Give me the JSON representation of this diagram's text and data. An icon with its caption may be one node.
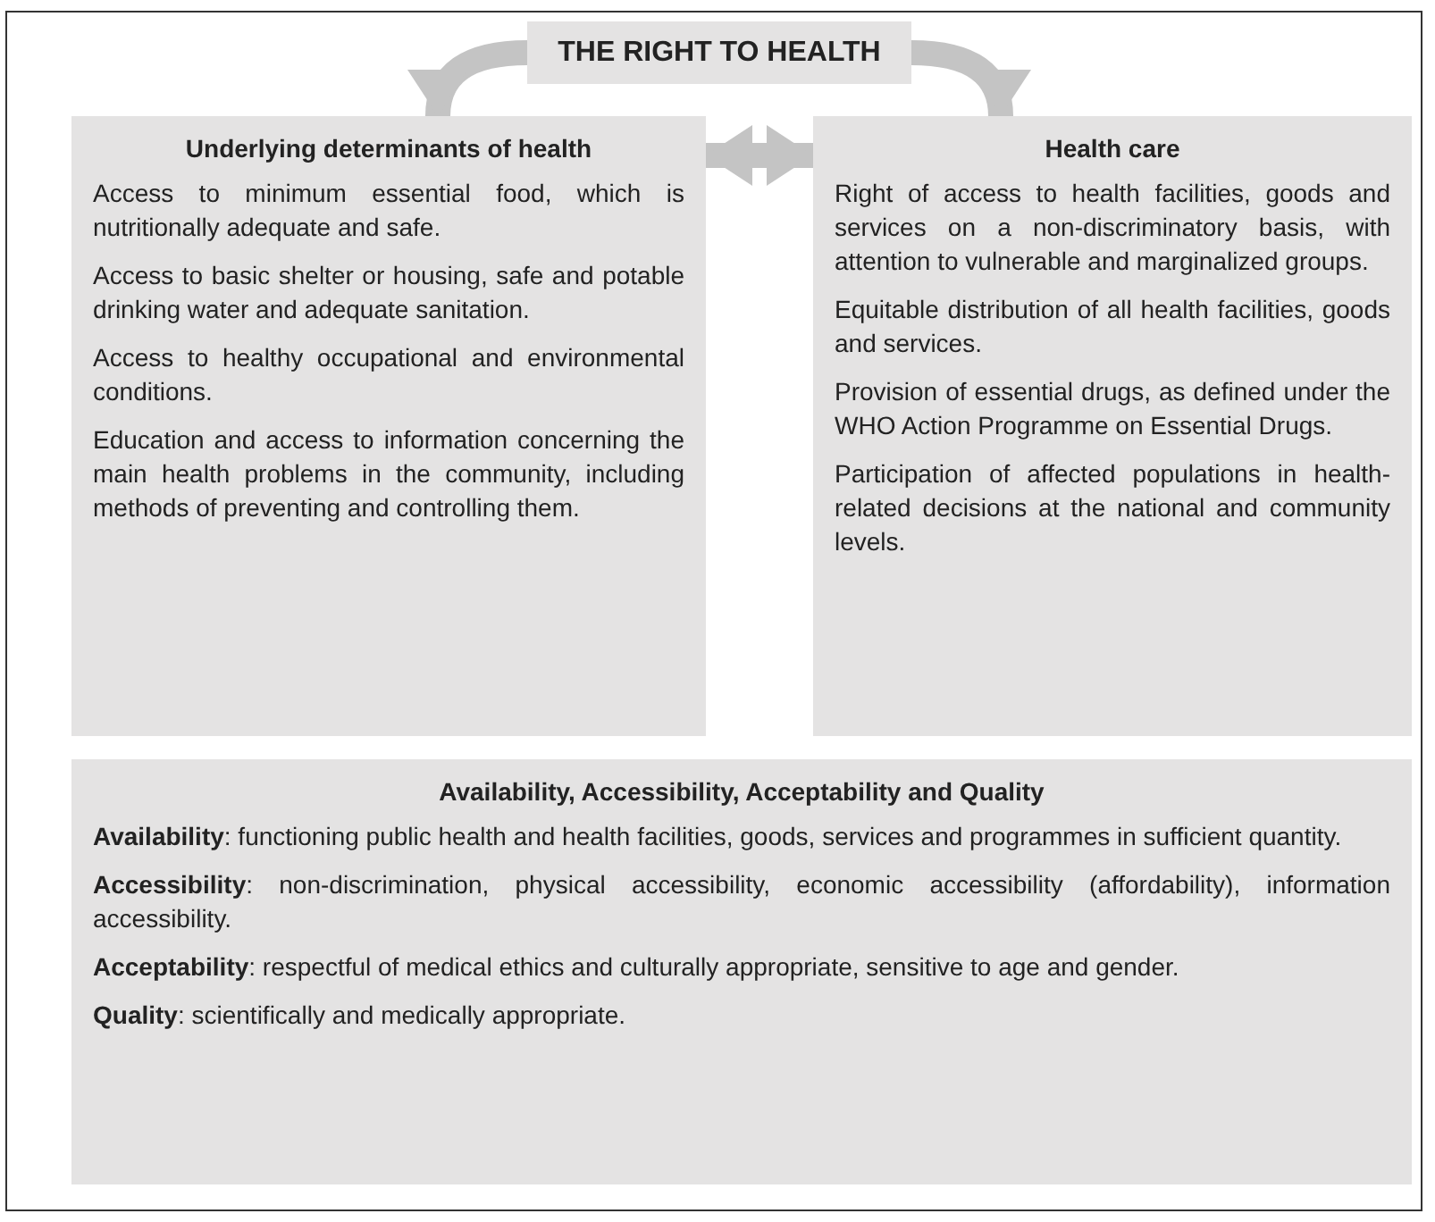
{
  "diagram": {
    "nodes": [
      {
        "text": [
          "THE RIGHT TO HEALTH"
        ]
      },
      {
        "text": [
          "Underlying determinants of health",
          "Access to minimum essential food, which is nutritionally adequate and safe.",
          "Access to basic shelter or housing, safe and potable drinking water and adequate sanitation.",
          "Access to healthy occupational and environmental conditions.",
          "Education and access to information concerning the main health problems in the community, including methods of preventing and controlling them."
        ]
      },
      {
        "text": [
          "Health care",
          "Right of access to health facilities, goods and services on a non-discriminatory basis, with attention to vulnerable and marginalized groups.",
          "Equitable distribution of all health facilities, goods and services.",
          "Provision of essential drugs, as defined under the WHO Action Programme on Essential Drugs.",
          "Participation of affected populations in health-related decisions at the national and community levels."
        ]
      },
      {
        "text": [
          "Availability, Accessibility, Acceptability and Quality",
          "**Availability**: functioning public health and health facilities, goods, services and programmes in sufficient quantity.",
          "**Accessibility**: non-discrimination, physical accessibility, economic accessibility (affordability), information accessibility.",
          "**Acceptability**: respectful of medical ethics and culturally appropriate, sensitive to age and gender.",
          "**Quality**: scientifically and medically appropriate."
        ]
      }
    ],
    "edges": [
      {
        "from": 0,
        "to": 1,
        "arrow": "to"
      },
      {
        "from": 0,
        "to": 2,
        "arrow": "to"
      },
      {
        "from": 1,
        "to": 2,
        "arrow": "both"
      }
    ]
  }
}
